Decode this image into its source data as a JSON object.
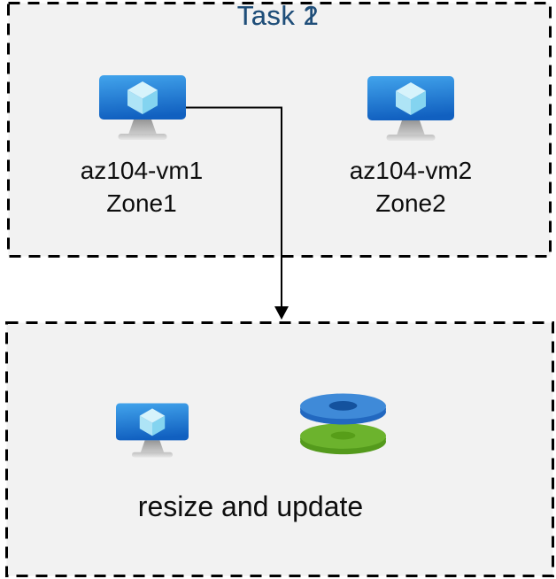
{
  "task1": {
    "title": "Task 1",
    "vms": [
      {
        "name": "az104-vm1",
        "zone": "Zone1",
        "icon": "virtual-machine-icon"
      },
      {
        "name": "az104-vm2",
        "zone": "Zone2",
        "icon": "virtual-machine-icon"
      }
    ]
  },
  "task2": {
    "title": "Task 2",
    "caption": "resize and update",
    "icons": [
      "virtual-machine-icon",
      "managed-disks-icon"
    ]
  },
  "connector": {
    "type": "elbow-arrow",
    "from": "az104-vm1",
    "to": "Task 2 box",
    "direction": "down"
  },
  "colors": {
    "title_text": "#1f4e79",
    "label_text": "#0d0d0d",
    "box_background": "#f2f2f2",
    "box_border": "#000000",
    "monitor_blue_top": "#42a4ec",
    "monitor_blue_bottom": "#1160c0",
    "cube_top": "#d7f3fb",
    "cube_left": "#aee4f6",
    "cube_right": "#84d4f0",
    "stand_gray": "#a8a8a8",
    "disk_blue_top": "#3f8ad8",
    "disk_blue_side": "#2268c0",
    "disk_blue_hole": "#14529e",
    "disk_green_top": "#6cb32d",
    "disk_green_side": "#549a1c",
    "disk_green_hole": "#579e19"
  }
}
